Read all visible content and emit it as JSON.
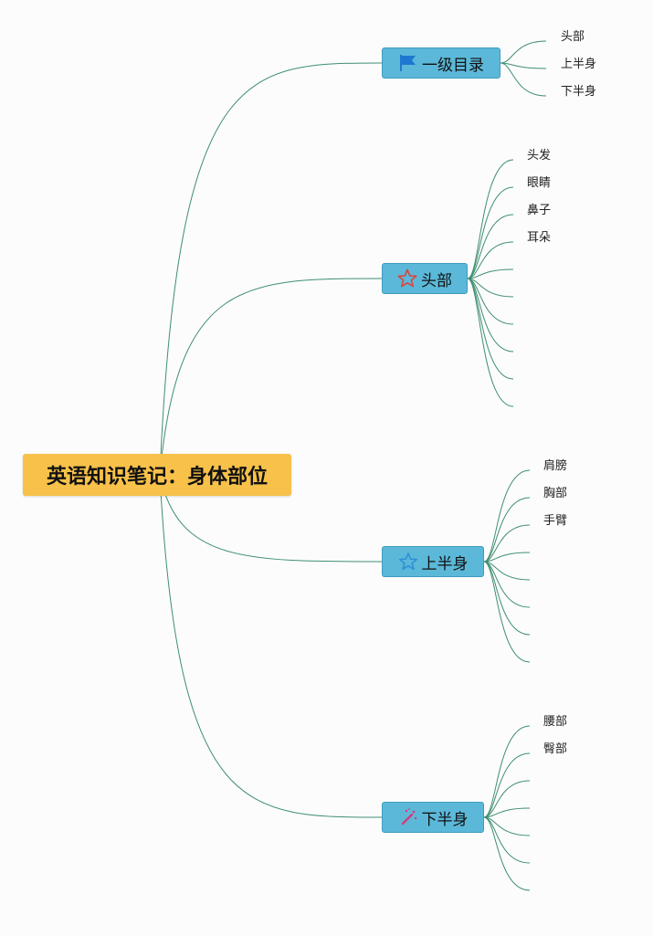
{
  "root": {
    "label": "英语知识笔记：身体部位"
  },
  "branches": [
    {
      "label": "一级目录",
      "icon": "flag-icon",
      "children": [
        "头部",
        "上半身",
        "下半身"
      ]
    },
    {
      "label": "头部",
      "icon": "star-outline-red-icon",
      "children": [
        "头发",
        "眼睛",
        "鼻子",
        "耳朵",
        "",
        "",
        "",
        "",
        "",
        ""
      ]
    },
    {
      "label": "上半身",
      "icon": "star-outline-blue-icon",
      "children": [
        "肩膀",
        "胸部",
        "手臂",
        "",
        "",
        "",
        "",
        ""
      ]
    },
    {
      "label": "下半身",
      "icon": "magic-wand-icon",
      "children": [
        "腰部",
        "臀部",
        "",
        "",
        "",
        "",
        ""
      ]
    }
  ],
  "colors": {
    "root_fill": "#f7c14a",
    "topic_fill": "#5bb8d8",
    "connector": "#3f8f6f"
  }
}
